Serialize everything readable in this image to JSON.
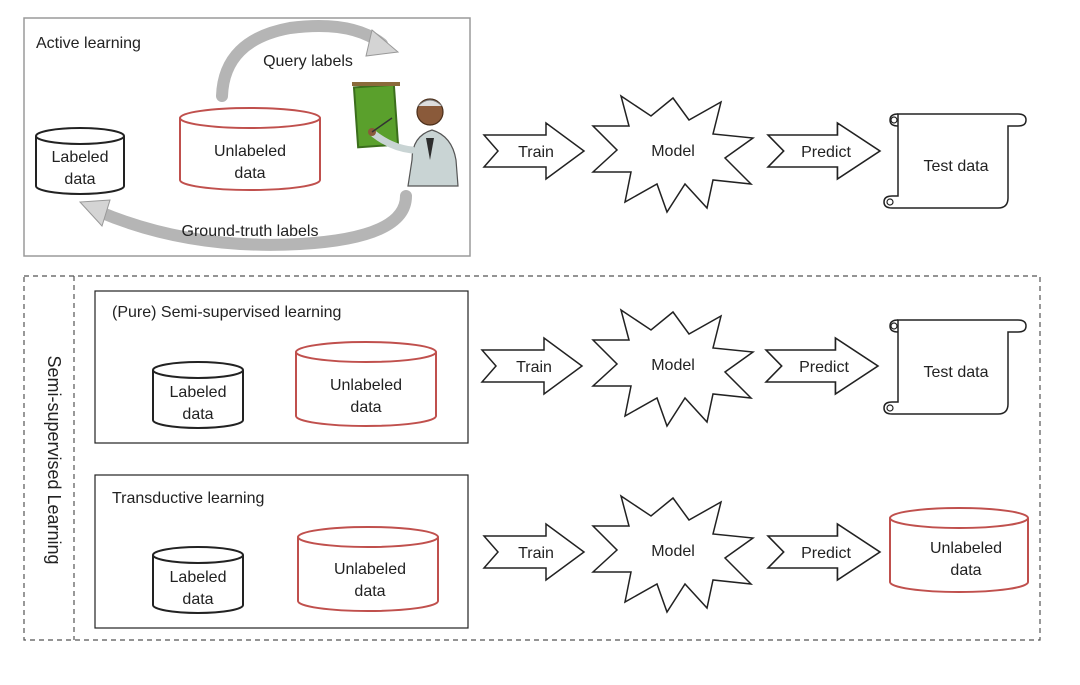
{
  "active_learning": {
    "title": "Active learning",
    "labeled": [
      "Labeled",
      "data"
    ],
    "unlabeled": [
      "Unlabeled",
      "data"
    ],
    "query_labels": "Query labels",
    "ground_truth_labels": "Ground-truth labels",
    "train": "Train",
    "model": "Model",
    "predict": "Predict",
    "test_data": "Test data"
  },
  "semi_supervised": {
    "side_label": "Semi-supervised Learning",
    "pure": {
      "title": "(Pure) Semi-supervised learning",
      "labeled": [
        "Labeled",
        "data"
      ],
      "unlabeled": [
        "Unlabeled",
        "data"
      ],
      "train": "Train",
      "model": "Model",
      "predict": "Predict",
      "test_data": "Test data"
    },
    "transductive": {
      "title": "Transductive learning",
      "labeled": [
        "Labeled",
        "data"
      ],
      "unlabeled": [
        "Unlabeled",
        "data"
      ],
      "train": "Train",
      "model": "Model",
      "predict": "Predict",
      "output": [
        "Unlabeled",
        "data"
      ]
    }
  },
  "colors": {
    "outline": "#222222",
    "red": "#c0504d",
    "panel_border": "#9a9a9a",
    "arrow_gray": "#b5b5b5",
    "board_green": "#5aa02c"
  }
}
